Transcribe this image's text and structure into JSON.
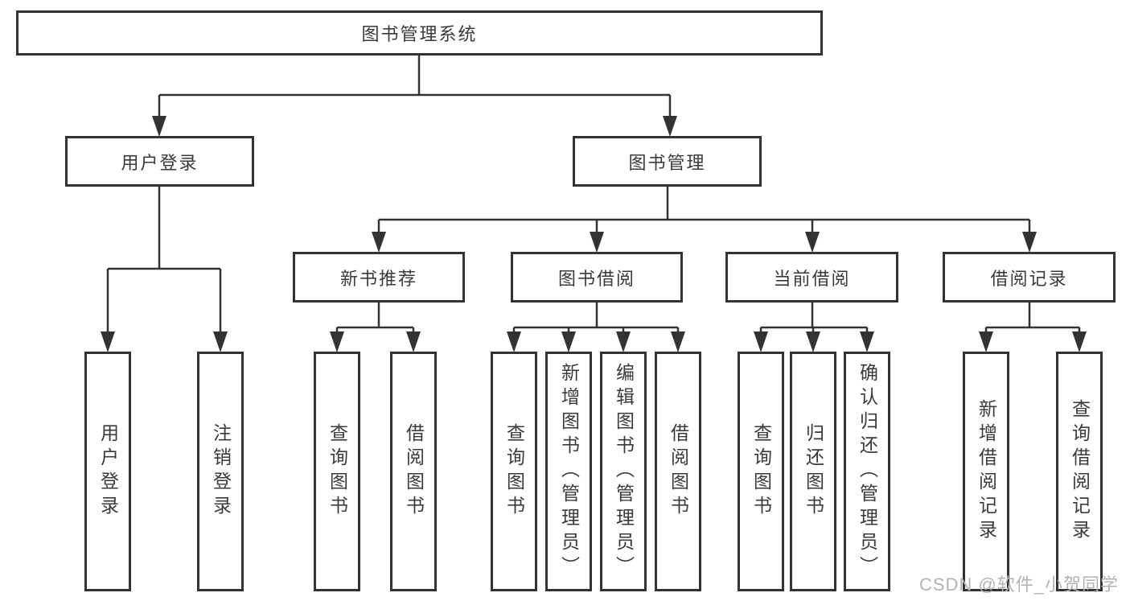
{
  "diagram_type": "hierarchy-tree",
  "tree": {
    "label": "图书管理系统",
    "children": [
      {
        "label": "用户登录",
        "children": [
          {
            "label": "用户登录"
          },
          {
            "label": "注销登录"
          }
        ]
      },
      {
        "label": "图书管理",
        "children": [
          {
            "label": "新书推荐",
            "children": [
              {
                "label": "查询图书"
              },
              {
                "label": "借阅图书"
              }
            ]
          },
          {
            "label": "图书借阅",
            "children": [
              {
                "label": "查询图书"
              },
              {
                "label": "新增图书（管理员）"
              },
              {
                "label": "编辑图书（管理员）"
              },
              {
                "label": "借阅图书"
              }
            ]
          },
          {
            "label": "当前借阅",
            "children": [
              {
                "label": "查询图书"
              },
              {
                "label": "归还图书"
              },
              {
                "label": "确认归还（管理员）"
              }
            ]
          },
          {
            "label": "借阅记录",
            "children": [
              {
                "label": "新增借阅记录"
              },
              {
                "label": "查询借阅记录"
              }
            ]
          }
        ]
      }
    ]
  },
  "watermark": {
    "text": "CSDN @软件_小贺同学"
  },
  "colors": {
    "line": "#333333",
    "box_border": "#333333",
    "text": "#3a3a3a",
    "watermark": "#b3b3b3",
    "background": "#ffffff"
  }
}
